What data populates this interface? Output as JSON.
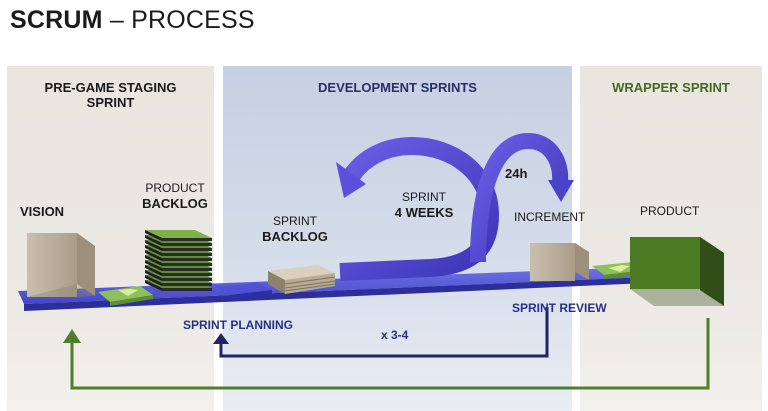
{
  "title": {
    "bold": "SCRUM",
    "rest": "– PROCESS"
  },
  "phases": {
    "pregame": "PRE-GAME STAGING SPRINT",
    "development": "DEVELOPMENT SPRINTS",
    "wrapper": "WRAPPER SPRINT"
  },
  "items": {
    "vision": "VISION",
    "product_backlog": {
      "line1": "PRODUCT",
      "line2": "BACKLOG"
    },
    "sprint_backlog": {
      "line1": "SPRINT",
      "line2": "BACKLOG"
    },
    "sprint": {
      "line1": "SPRINT",
      "line2": "4 WEEKS"
    },
    "daily": "24h",
    "increment": "INCREMENT",
    "product": "PRODUCT"
  },
  "events": {
    "sprint_planning": "SPRINT PLANNING",
    "sprint_review": "SPRINT REVIEW",
    "repeat": "x 3-4"
  },
  "colors": {
    "green_arrow": "#4e7f2a",
    "navy_arrow": "#1e2466",
    "blue_label": "#2a2f8c",
    "belt": "#3b3fc6",
    "cycle": "#5248d8"
  }
}
